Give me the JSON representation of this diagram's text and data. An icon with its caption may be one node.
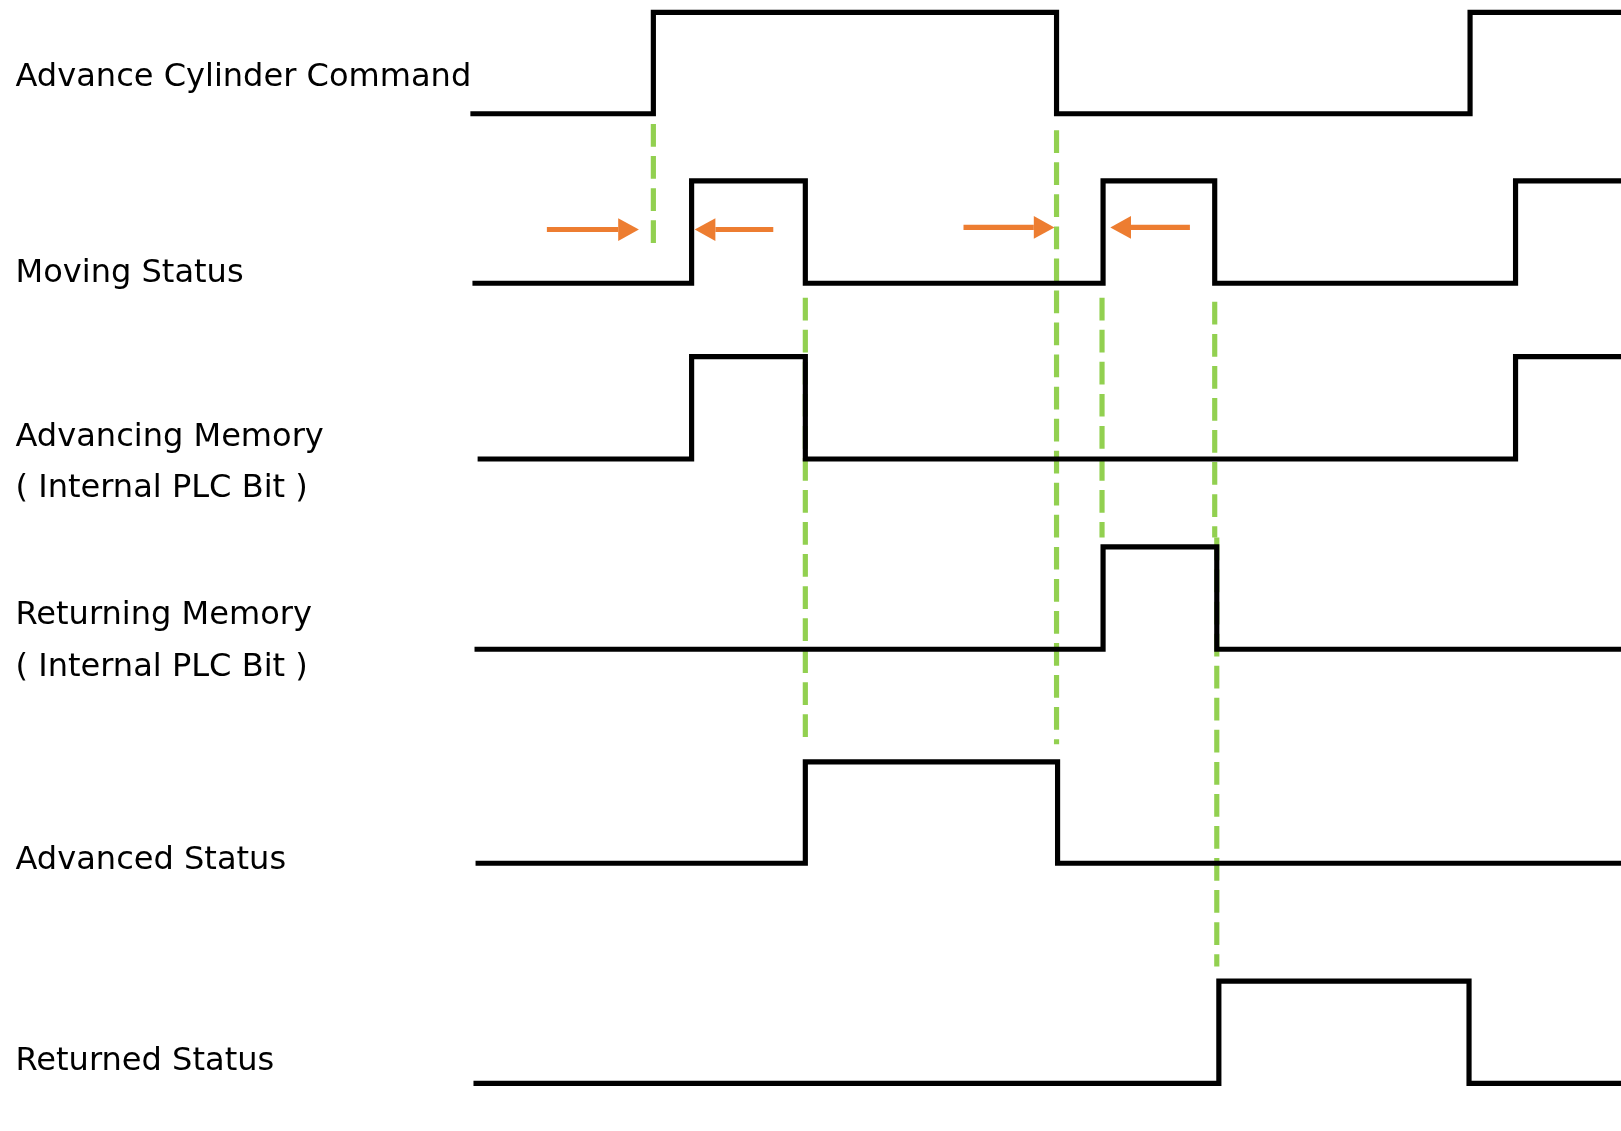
{
  "diagram": {
    "labels": [
      "Advance Cylinder Command",
      "Moving Status",
      "Advancing Memory",
      "( Internal PLC Bit )",
      "Returning Memory",
      "( Internal PLC Bit )",
      "Advanced Status",
      "Returned Status"
    ]
  }
}
